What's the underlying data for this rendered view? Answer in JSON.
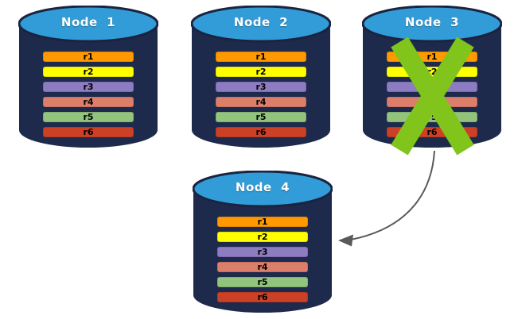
{
  "colors": {
    "background": "#FFFFFF",
    "cylinder_body": "#1E2A4C",
    "cylinder_top": "#319CD7",
    "cylinder_outline": "#16213D",
    "node_label_text": "#FFFFFF",
    "replica_label_text": "#000000",
    "x_mark": "#80C41C",
    "arrow": "#595959"
  },
  "nodes": [
    {
      "label": "Node  1",
      "failed": false,
      "replicas": [
        {
          "label": "r1",
          "color": "#FF9900"
        },
        {
          "label": "r2",
          "color": "#FFFF00"
        },
        {
          "label": "r3",
          "color": "#8E7CC3"
        },
        {
          "label": "r4",
          "color": "#DD7E6B"
        },
        {
          "label": "r5",
          "color": "#93C47D"
        },
        {
          "label": "r6",
          "color": "#CC4125"
        }
      ]
    },
    {
      "label": "Node  2",
      "failed": false,
      "replicas": [
        {
          "label": "r1",
          "color": "#FF9900"
        },
        {
          "label": "r2",
          "color": "#FFFF00"
        },
        {
          "label": "r3",
          "color": "#8E7CC3"
        },
        {
          "label": "r4",
          "color": "#DD7E6B"
        },
        {
          "label": "r5",
          "color": "#93C47D"
        },
        {
          "label": "r6",
          "color": "#CC4125"
        }
      ]
    },
    {
      "label": "Node  3",
      "failed": true,
      "replicas": [
        {
          "label": "r1",
          "color": "#FF9900"
        },
        {
          "label": "r2",
          "color": "#FFFF00"
        },
        {
          "label": "r3",
          "color": "#8E7CC3"
        },
        {
          "label": "r4",
          "color": "#DD7E6B"
        },
        {
          "label": "r5",
          "color": "#93C47D"
        },
        {
          "label": "r6",
          "color": "#CC4125"
        }
      ]
    },
    {
      "label": "Node  4",
      "failed": false,
      "replicas": [
        {
          "label": "r1",
          "color": "#FF9900"
        },
        {
          "label": "r2",
          "color": "#FFFF00"
        },
        {
          "label": "r3",
          "color": "#8E7CC3"
        },
        {
          "label": "r4",
          "color": "#DD7E6B"
        },
        {
          "label": "r5",
          "color": "#93C47D"
        },
        {
          "label": "r6",
          "color": "#CC4125"
        }
      ]
    }
  ]
}
